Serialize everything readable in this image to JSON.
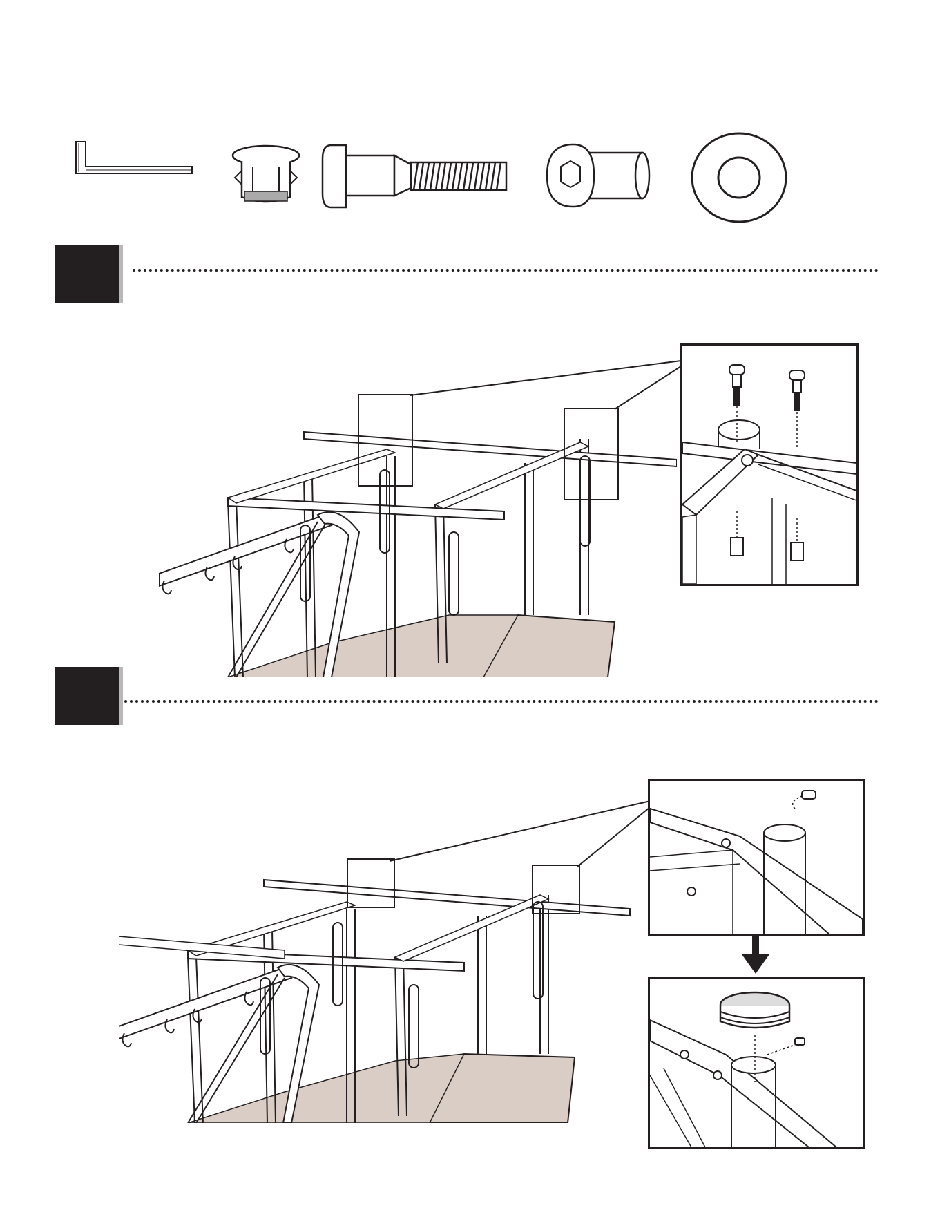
{
  "page": {
    "background": "#ffffff",
    "ink": "#231f20",
    "accent_gray": "#b9b9b9",
    "deck_fill": "#d9cdc6"
  },
  "hardware": [
    {
      "name": "hex-key",
      "icon": "allen-wrench-icon"
    },
    {
      "name": "cap-plug",
      "icon": "cap-plug-icon"
    },
    {
      "name": "shoulder-bolt",
      "icon": "shoulder-bolt-icon"
    },
    {
      "name": "barrel-nut",
      "icon": "barrel-nut-icon"
    },
    {
      "name": "washer",
      "icon": "washer-icon"
    }
  ],
  "steps": [
    {
      "id": "step-a",
      "insets": [
        "bolt-insertion-detail"
      ]
    },
    {
      "id": "step-b",
      "insets": [
        "bolt-tightening-detail",
        "cap-plug-installation-detail"
      ]
    }
  ]
}
